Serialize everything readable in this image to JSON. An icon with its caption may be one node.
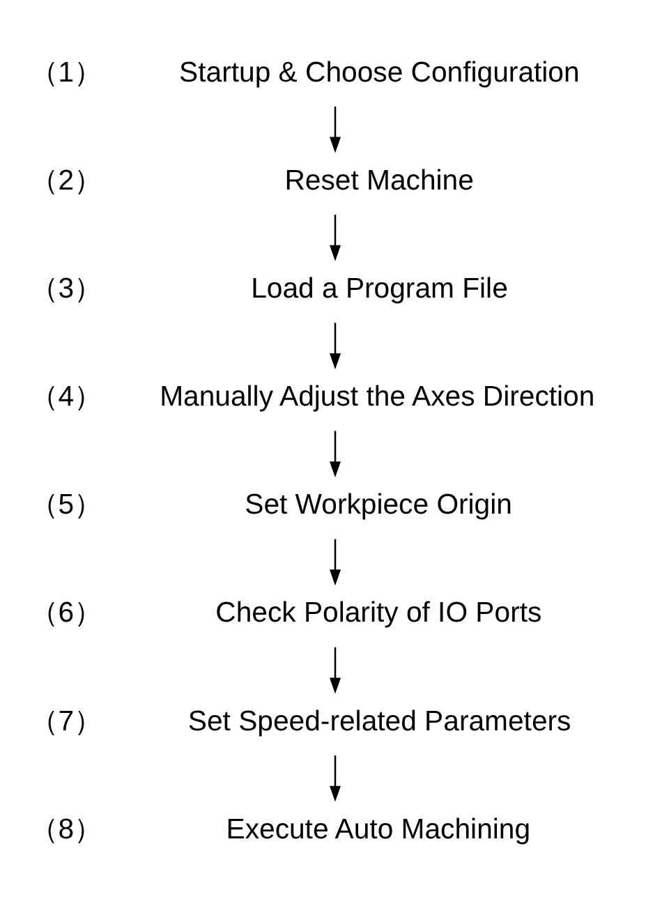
{
  "diagram": {
    "nodes": [
      {
        "text": [
          "Startup & Choose Configuration"
        ],
        "beside": [
          "（1）"
        ]
      },
      {
        "text": [
          "Reset Machine"
        ],
        "beside": [
          "（2）"
        ]
      },
      {
        "text": [
          "Load a Program File"
        ],
        "beside": [
          "（3）"
        ]
      },
      {
        "text": [
          "Manually Adjust the Axes Direction"
        ],
        "beside": [
          "（4）"
        ]
      },
      {
        "text": [
          "Set Workpiece Origin"
        ],
        "beside": [
          "（5）"
        ]
      },
      {
        "text": [
          "Check Polarity of IO Ports"
        ],
        "beside": [
          "（6）"
        ]
      },
      {
        "text": [
          "Set Speed-related Parameters"
        ],
        "beside": [
          "（7）"
        ]
      },
      {
        "text": [
          "Execute Auto Machining"
        ],
        "beside": [
          "（8）"
        ]
      }
    ],
    "edges": [
      {
        "from": 0,
        "to": 1,
        "arrow": "to"
      },
      {
        "from": 1,
        "to": 2,
        "arrow": "to"
      },
      {
        "from": 2,
        "to": 3,
        "arrow": "to"
      },
      {
        "from": 3,
        "to": 4,
        "arrow": "to"
      },
      {
        "from": 4,
        "to": 5,
        "arrow": "to"
      },
      {
        "from": 5,
        "to": 6,
        "arrow": "to"
      },
      {
        "from": 6,
        "to": 7,
        "arrow": "to"
      }
    ]
  }
}
